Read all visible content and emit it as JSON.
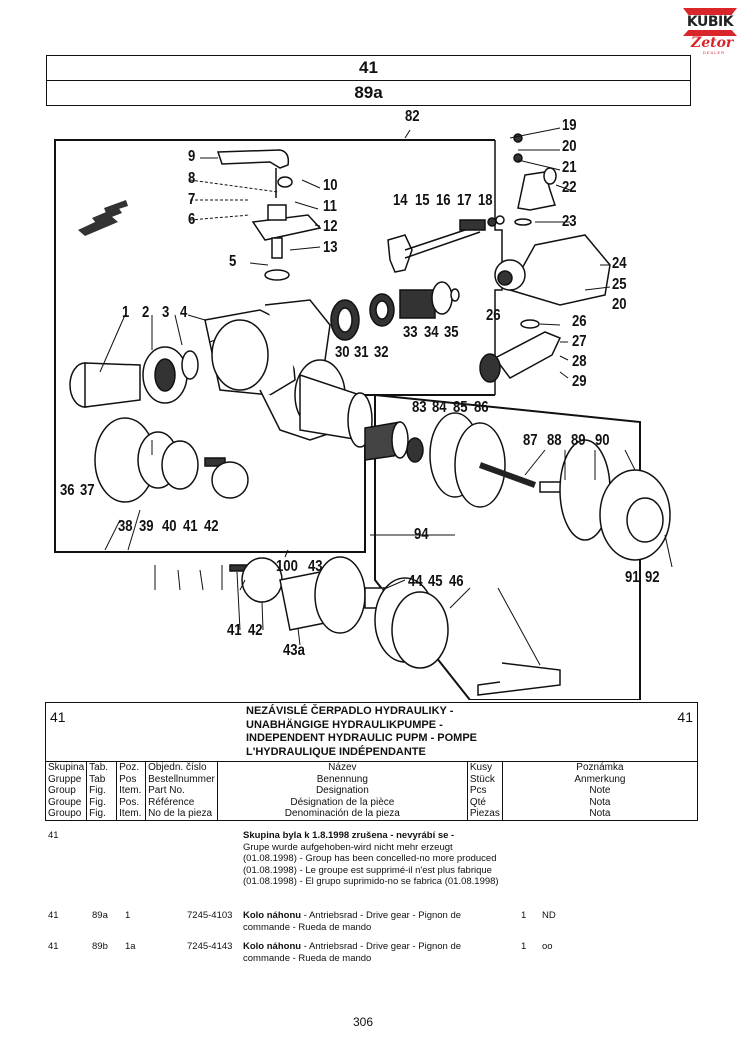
{
  "logo": {
    "brand": "KUBIK",
    "sub": "Zetor",
    "tag": "DEALER"
  },
  "header": {
    "group": "41",
    "table": "89a"
  },
  "diagram": {
    "callouts": [
      "82",
      "9",
      "8",
      "7",
      "6",
      "5",
      "10",
      "11",
      "12",
      "13",
      "14",
      "15",
      "16",
      "17",
      "18",
      "19",
      "20",
      "21",
      "22",
      "23",
      "24",
      "25",
      "20",
      "26",
      "26",
      "27",
      "28",
      "29",
      "1",
      "2",
      "3",
      "4",
      "30",
      "31",
      "32",
      "33",
      "34",
      "35",
      "100",
      "43",
      "36",
      "37",
      "38",
      "39",
      "40",
      "41",
      "42",
      "83",
      "84",
      "85",
      "86",
      "87",
      "88",
      "89",
      "90",
      "94",
      "91",
      "92",
      "41",
      "42",
      "43a",
      "44",
      "45",
      "46"
    ]
  },
  "info": {
    "group_left": "41",
    "group_right": "41",
    "title_lines": [
      "NEZÁVISLÉ ČERPADLO HYDRAULIKY -",
      "UNABHÄNGIGE HYDRAULIKPUMPE -",
      "INDEPENDENT HYDRAULIC PUPM - POMPE",
      "L'HYDRAULIQUE INDÉPENDANTE"
    ],
    "columns": [
      {
        "lines": [
          "Skupina",
          "Gruppe",
          "Group",
          "Groupe",
          "Groupo"
        ]
      },
      {
        "lines": [
          "Tab.",
          "Tab",
          "Fig.",
          "Fig.",
          "Fig."
        ]
      },
      {
        "lines": [
          "Poz.",
          "Pos",
          "Item.",
          "Pos.",
          "Item."
        ]
      },
      {
        "lines": [
          "Objedn. číslo",
          "Bestellnummer",
          "Part No.",
          "Référence",
          "No de la pieza"
        ]
      },
      {
        "lines": [
          "Název",
          "Benennung",
          "Designation",
          "Désignation de la pièce",
          "Denominación de la pieza"
        ]
      },
      {
        "lines": [
          "Kusy",
          "Stück",
          "Pcs",
          "Qté",
          "Piezas"
        ]
      },
      {
        "lines": [
          "Poznámka",
          "Anmerkung",
          "Note",
          "Nota",
          "Nota"
        ]
      }
    ]
  },
  "rows": [
    {
      "group": "41",
      "tab": "",
      "pos": "",
      "part_no": "",
      "name_bold": "Skupina byla k 1.8.1998 zrušena - nevyrábí se -",
      "name_rest": "Grupe wurde aufgehoben-wird nicht mehr erzeugt (01.08.1998) - Group has been concelled-no more produced  (01.08.1998) - Le groupe est supprimé-il n'est plus fabrique  (01.08.1998) - El grupo suprimido-no se fabrica (01.08.1998)",
      "qty": "",
      "note": ""
    },
    {
      "group": "41",
      "tab": "89a",
      "pos": "1",
      "part_no": "7245-4103",
      "name_bold": "Kolo náhonu",
      "name_rest": " - Antriebsrad - Drive gear - Pignon de commande - Rueda de mando",
      "qty": "1",
      "note": "ND"
    },
    {
      "group": "41",
      "tab": "89b",
      "pos": "1a",
      "part_no": "7245-4143",
      "name_bold": "Kolo náhonu",
      "name_rest": " - Antriebsrad - Drive gear - Pignon de commande - Rueda de mando",
      "qty": "1",
      "note": "oo"
    }
  ],
  "page_number": "306"
}
